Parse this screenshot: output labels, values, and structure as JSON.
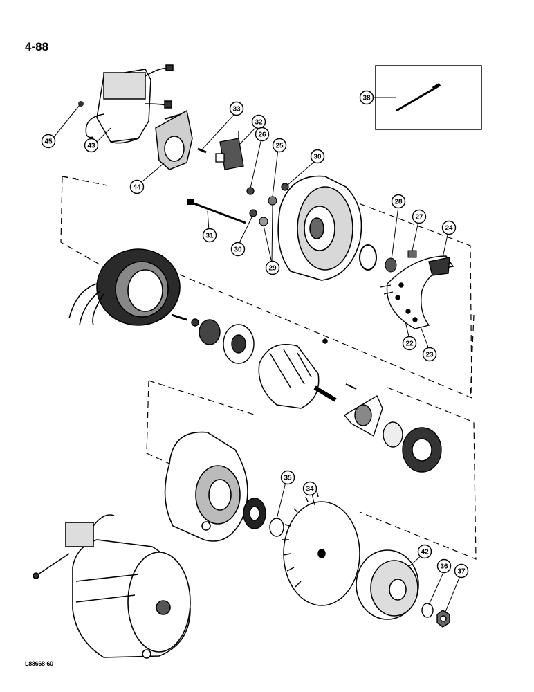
{
  "page": {
    "number": "4-88",
    "drawing_code": "L88668-60"
  },
  "callouts": [
    {
      "id": "c45",
      "label": "45"
    },
    {
      "id": "c43",
      "label": "43"
    },
    {
      "id": "c44",
      "label": "44"
    },
    {
      "id": "c33",
      "label": "33"
    },
    {
      "id": "c32",
      "label": "32"
    },
    {
      "id": "c26",
      "label": "26"
    },
    {
      "id": "c25",
      "label": "25"
    },
    {
      "id": "c30a",
      "label": "30"
    },
    {
      "id": "c31",
      "label": "31"
    },
    {
      "id": "c30b",
      "label": "30"
    },
    {
      "id": "c29",
      "label": "29"
    },
    {
      "id": "c38",
      "label": "38"
    },
    {
      "id": "c28",
      "label": "28"
    },
    {
      "id": "c27",
      "label": "27"
    },
    {
      "id": "c24",
      "label": "24"
    },
    {
      "id": "c22",
      "label": "22"
    },
    {
      "id": "c23",
      "label": "23"
    },
    {
      "id": "c35",
      "label": "35"
    },
    {
      "id": "c34",
      "label": "34"
    },
    {
      "id": "c42",
      "label": "42"
    },
    {
      "id": "c36",
      "label": "36"
    },
    {
      "id": "c37",
      "label": "37"
    }
  ]
}
